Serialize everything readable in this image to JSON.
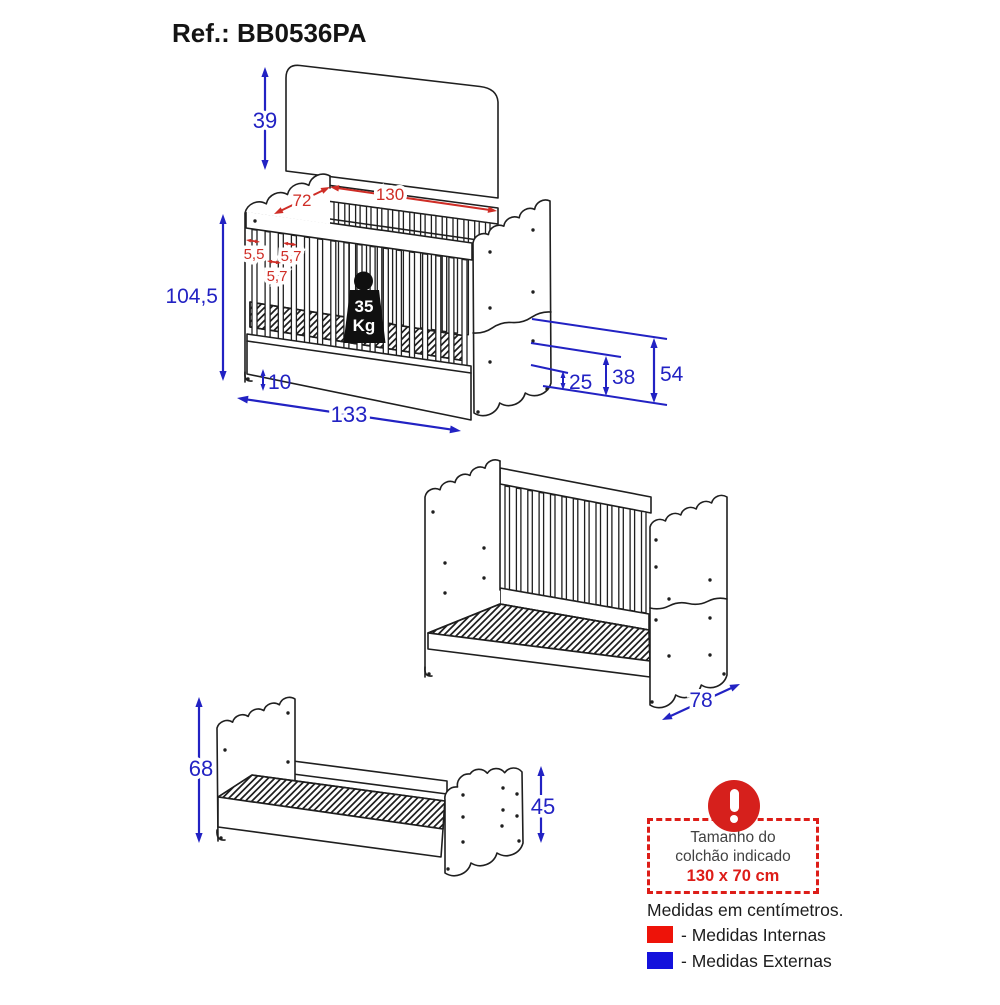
{
  "title": "Ref.: BB0536PA",
  "colors": {
    "outline": "#1f1f1f",
    "internal_red": "#cf2d26",
    "external_blue": "#2222c3",
    "warning_red": "#dd1d18",
    "legend_red": "#ee1309",
    "legend_blue": "#1412dc"
  },
  "weight_badge": {
    "value": "35",
    "unit": "Kg"
  },
  "dimensions": {
    "crib": {
      "headboard_height": "39",
      "internal_width": "130",
      "internal_depth": "72",
      "slat_gap_1": "5,5",
      "slat_gap_2": "5,7",
      "slat_gap_3": "5,7",
      "total_height": "104,5",
      "base_height": "10",
      "external_width": "133",
      "mattress_level_1": "25",
      "mattress_level_2": "38",
      "mattress_level_3": "54",
      "external_depth": "78"
    },
    "bed": {
      "headboard_height": "68",
      "footboard_height": "45"
    }
  },
  "mattress_notice": {
    "line1": "Tamanho do",
    "line2": "colchão indicado",
    "size": "130 x 70 cm"
  },
  "measurements_note": "Medidas em centímetros.",
  "legend": [
    {
      "label": "- Medidas Internas"
    },
    {
      "label": "- Medidas Externas"
    }
  ]
}
